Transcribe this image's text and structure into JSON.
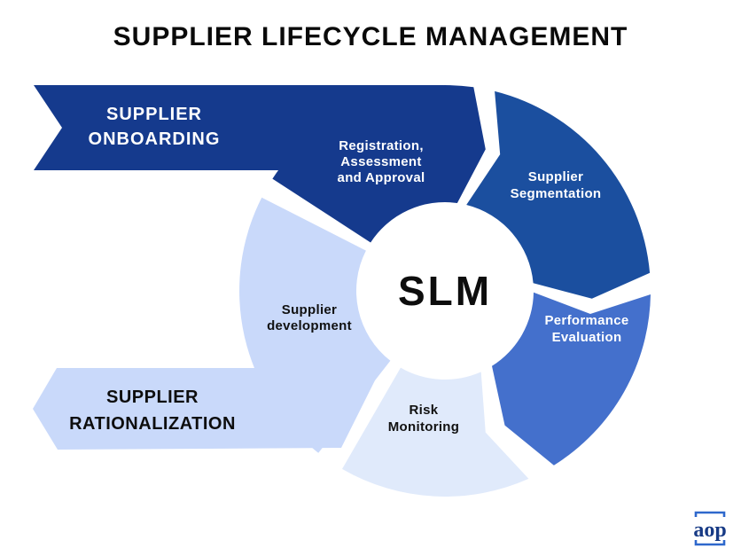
{
  "title": "SUPPLIER LIFECYCLE MANAGEMENT",
  "center_label": "SLM",
  "banners": {
    "onboarding": {
      "lines": [
        "SUPPLIER",
        "ONBOARDING"
      ],
      "color": "#153a8d"
    },
    "rationalization": {
      "lines": [
        "SUPPLIER",
        "RATIONALIZATION"
      ],
      "color": "#c9d9fa"
    }
  },
  "segments": [
    {
      "name": "supplier-onboarding",
      "label_lines": [
        "Registration,",
        "Assessment",
        "and Approval"
      ],
      "label_color": "#ffffff",
      "color": "#153a8d",
      "start": 303,
      "end": 368,
      "arrow": true,
      "notch": false
    },
    {
      "name": "supplier-segmentation",
      "label_lines": [
        "Supplier",
        "Segmentation"
      ],
      "label_color": "#ffffff",
      "color": "#1b4f9f",
      "start": 14,
      "end": 85,
      "arrow": true,
      "notch": true
    },
    {
      "name": "performance-evaluation",
      "label_lines": [
        "Performance",
        "Evaluation"
      ],
      "label_color": "#ffffff",
      "color": "#4470cc",
      "start": 91,
      "end": 148,
      "arrow": true,
      "notch": true
    },
    {
      "name": "risk-monitoring",
      "label_lines": [
        "Risk",
        "Monitoring"
      ],
      "label_color": "#111111",
      "color": "#e0eafb",
      "start": 156,
      "end": 210,
      "arrow": false,
      "notch": true
    },
    {
      "name": "supplier-development",
      "label_lines": [
        "Supplier",
        "development"
      ],
      "label_color": "#111111",
      "color": "#c9d9fa",
      "start": 218,
      "end": 297,
      "arrow": false,
      "notch": false
    }
  ],
  "logo": {
    "text": "aop",
    "bracket_color": "#2e68cc",
    "text_color": "#173a85"
  }
}
